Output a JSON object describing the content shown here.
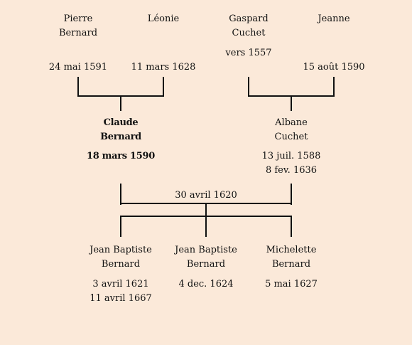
{
  "gen1": [
    {
      "name1": "Pierre",
      "name2": "Bernard",
      "date1": "24 mai 1591"
    },
    {
      "name1": "Léonie",
      "name2": "",
      "date1": "11 mars 1628"
    },
    {
      "name1": "Gaspard",
      "name2": "Cuchet",
      "date0": "vers 1557",
      "date1": ""
    },
    {
      "name1": "Jeanne",
      "name2": "",
      "date1": "15 août 1590"
    }
  ],
  "gen2": [
    {
      "name1": "Claude",
      "name2": "Bernard",
      "date1": "18 mars 1590",
      "date2": ""
    },
    {
      "name1": "Albane",
      "name2": "Cuchet",
      "date1": "13 juil. 1588",
      "date2": "8 fev. 1636"
    }
  ],
  "marriage": "30 avril 1620",
  "gen3": [
    {
      "name1": "Jean Baptiste",
      "name2": "Bernard",
      "date1": "3 avril 1621",
      "date2": "11 avril 1667"
    },
    {
      "name1": "Jean Baptiste",
      "name2": "Bernard",
      "date1": "4 dec. 1624",
      "date2": ""
    },
    {
      "name1": "Michelette",
      "name2": "Bernard",
      "date1": "5 mai 1627",
      "date2": ""
    }
  ],
  "colors": {
    "background": "#fbe9d9",
    "lines": "#111111"
  }
}
